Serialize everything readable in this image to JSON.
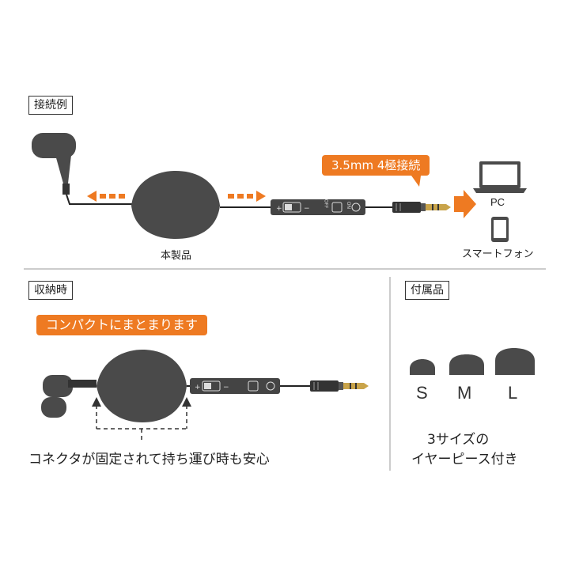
{
  "sections": {
    "connection": {
      "label": "接続例"
    },
    "storage": {
      "label": "収納時"
    },
    "accessories": {
      "label": "付属品"
    }
  },
  "connection": {
    "banner": "3.5mm 4極接続",
    "product_label": "本製品",
    "devices": [
      {
        "label": "PC",
        "icon": "laptop-icon"
      },
      {
        "label": "スマートフォン",
        "icon": "smartphone-icon"
      }
    ]
  },
  "storage": {
    "banner": "コンパクトにまとまります",
    "caption": "コネクタが固定されて持ち運び時も安心"
  },
  "accessories": {
    "sizes": [
      "S",
      "M",
      "L"
    ],
    "caption_line1": "3サイズの",
    "caption_line2": "イヤーピース付き"
  },
  "colors": {
    "accent": "#ee7a22",
    "device_dark": "#4a4a4a",
    "divider": "#999999"
  }
}
